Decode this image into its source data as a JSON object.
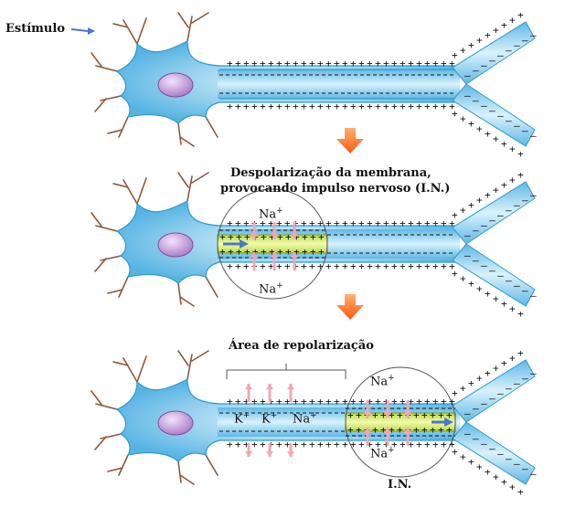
{
  "labels": {
    "stimulus": "Estímulo",
    "depolarization_line1": "Despolarização da membrana,",
    "depolarization_line2": "provocando impulso nervoso (I.N.)",
    "repolarization": "Área de repolarização",
    "nerve_impulse": "I.N."
  },
  "ions": {
    "sodium": "Na",
    "potassium": "K",
    "plus": "+"
  },
  "charges": {
    "plus": "+",
    "minus": "–"
  },
  "colors": {
    "neuron_fill": "#7fcdef",
    "neuron_edge": "#2f9ad0",
    "nucleus": "#c8a0dc",
    "impulse_region": "#d6ec6a",
    "arrow_orange": "#ff6a1a",
    "ion_arrow": "#f4a6b4",
    "stimulus_arrow": "#4a78c8"
  },
  "icons": [
    "stimulus-arrow-icon",
    "down-arrow-icon",
    "ion-flow-arrow-icon",
    "impulse-direction-icon"
  ]
}
